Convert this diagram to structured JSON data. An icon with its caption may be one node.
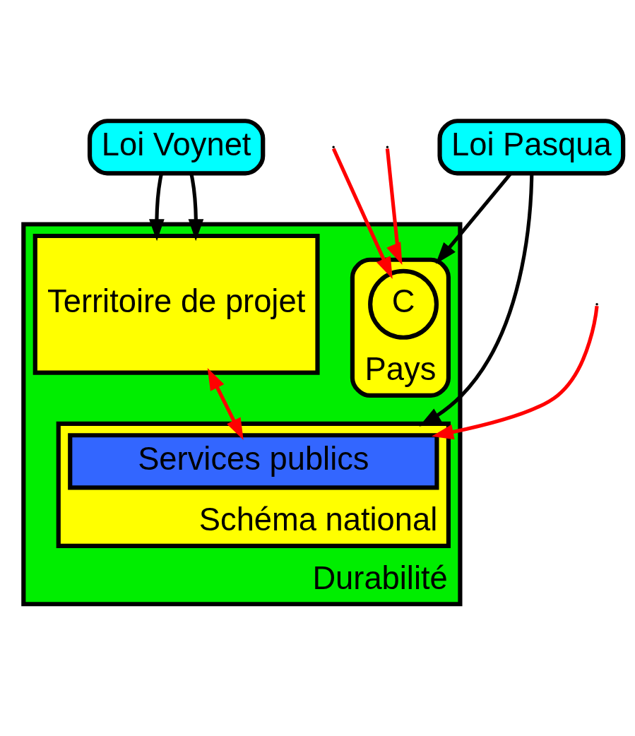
{
  "diagram": {
    "nodes": [
      {
        "text": [
          "Loi Pasqua"
        ]
      },
      {
        "text": [
          "Loi Voynet"
        ]
      },
      {
        "text": [
          "Durabilité"
        ]
      },
      {
        "text": [
          "Pays"
        ],
        "in": 2
      },
      {
        "text": [
          "C"
        ],
        "in": 3
      },
      {
        "text": [
          "Territoire de projet"
        ],
        "in": 2
      },
      {
        "text": [
          "Schéma national"
        ],
        "in": 2
      },
      {
        "text": [
          "Services publics"
        ],
        "in": 6
      }
    ],
    "edges": [
      {
        "from": 0,
        "to": 3,
        "arrow": "to"
      },
      {
        "from": 0,
        "to": 6,
        "arrow": "to"
      },
      {
        "from": 1,
        "to": 5,
        "arrow": "to"
      },
      {
        "from": 1,
        "to": 5,
        "arrow": "to"
      },
      {
        "from": null,
        "to": 4,
        "arrow": "to",
        "color": "#ff0000"
      },
      {
        "from": null,
        "to": 3,
        "arrow": "to",
        "color": "#ff0000"
      },
      {
        "from": null,
        "to": 7,
        "arrow": "to",
        "color": "#ff0000"
      },
      {
        "from": 5,
        "to": 7,
        "arrow": "both",
        "color": "#ff0000"
      }
    ]
  }
}
